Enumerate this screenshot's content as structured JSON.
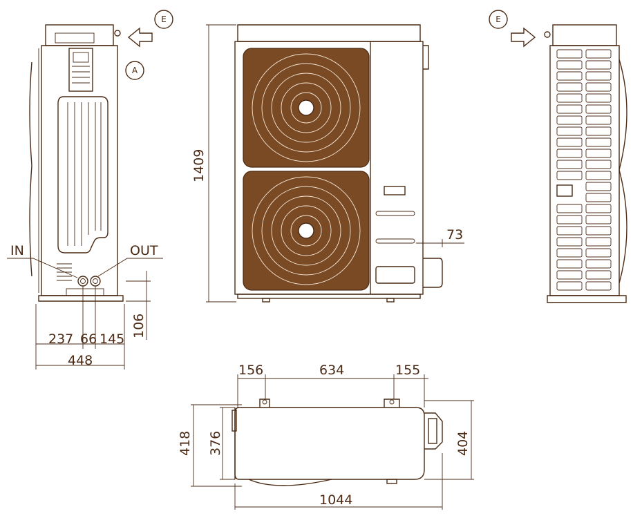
{
  "colors": {
    "line": "#4a2a14",
    "grille": "#7a4a24",
    "background": "#ffffff"
  },
  "labels": {
    "view_e_left": "E",
    "view_e_right": "E",
    "view_a": "A",
    "in": "IN",
    "out": "OUT"
  },
  "side_view": {
    "dim_237": "237",
    "dim_66": "66",
    "dim_145": "145",
    "dim_448": "448",
    "dim_106": "106"
  },
  "front_view": {
    "dim_1409": "1409",
    "dim_73": "73"
  },
  "top_view": {
    "dim_156": "156",
    "dim_634": "634",
    "dim_155": "155",
    "dim_418": "418",
    "dim_376": "376",
    "dim_404": "404",
    "dim_1044": "1044"
  },
  "icons": [
    "arrow-left-icon",
    "arrow-right-icon",
    "fan-icon"
  ]
}
